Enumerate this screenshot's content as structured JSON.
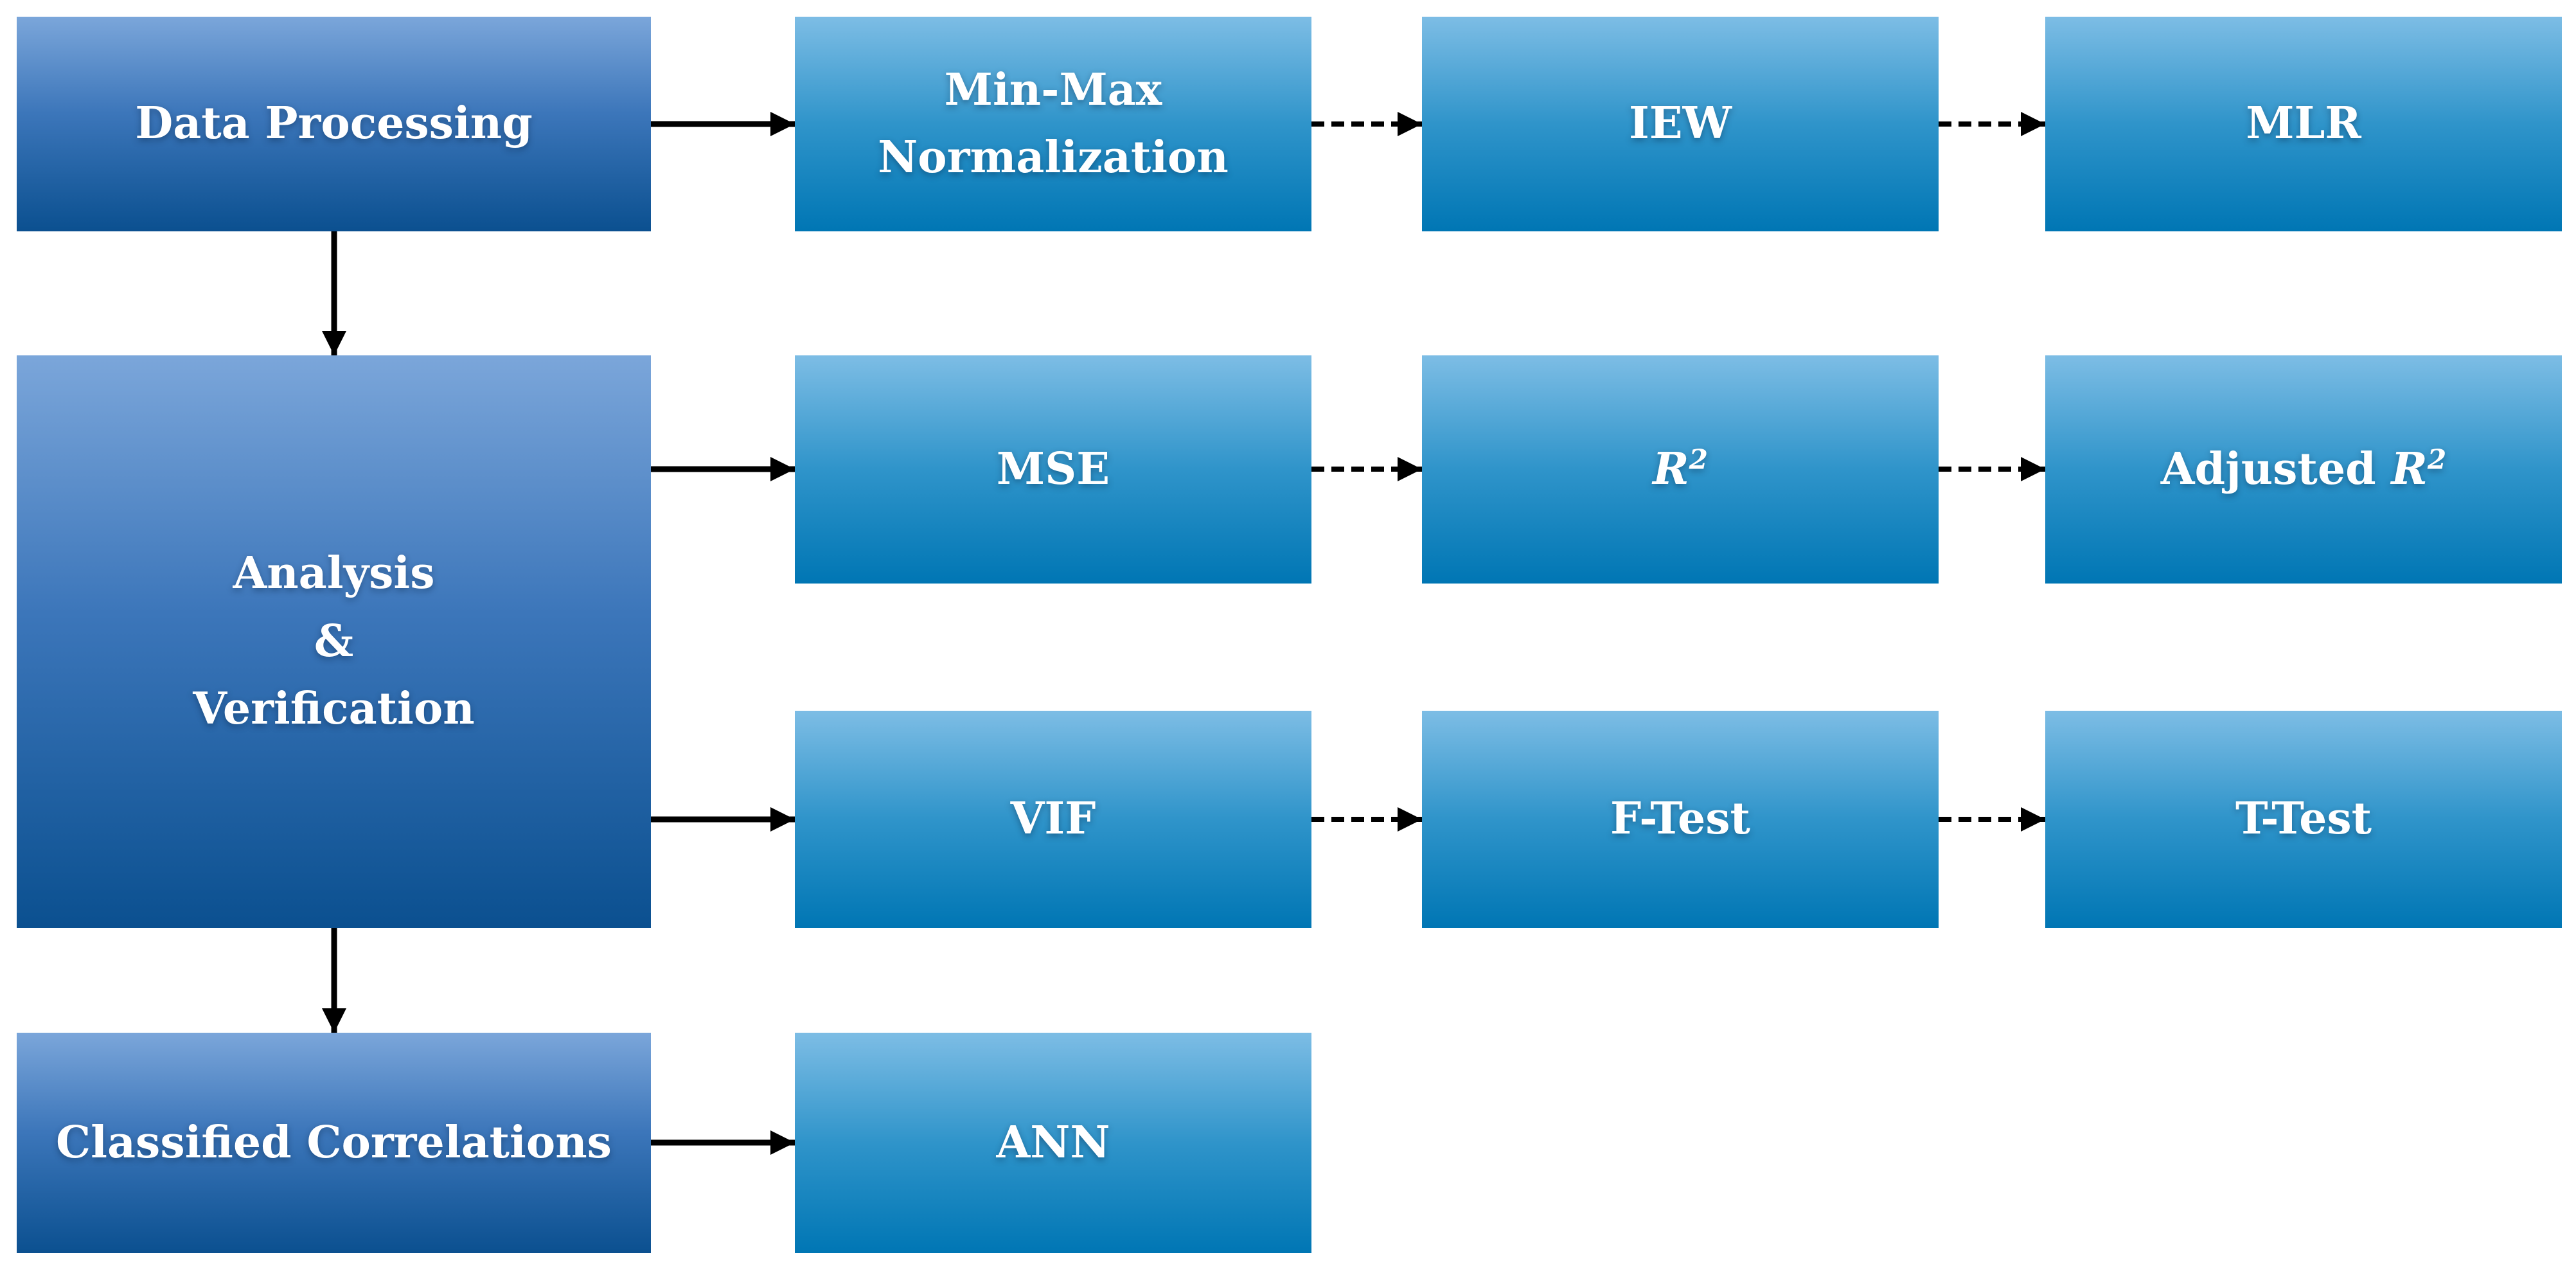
{
  "diagram_type": "flowchart",
  "colors": {
    "background": "#ffffff",
    "primary_box_gradient_top": "#7ba6da",
    "primary_box_gradient_bottom": "#0b5090",
    "secondary_box_gradient_top": "#7dbde5",
    "secondary_box_gradient_bottom": "#0076b4",
    "arrow": "#000000",
    "text": "#ffffff"
  },
  "nodes": {
    "data_processing": {
      "label": "Data Processing"
    },
    "min_max_normalization": {
      "line1": "Min-Max",
      "line2": "Normalization"
    },
    "iew": {
      "label": "IEW"
    },
    "mlr": {
      "label": "MLR"
    },
    "analysis_verification": {
      "line1": "Analysis",
      "line2": "&",
      "line3": "Verification"
    },
    "mse": {
      "label": "MSE"
    },
    "r_squared": {
      "base": "R",
      "superscript": "2"
    },
    "adjusted_r_squared": {
      "prefix": "Adjusted ",
      "base": "R",
      "superscript": "2"
    },
    "vif": {
      "label": "VIF"
    },
    "f_test": {
      "label": "F-Test"
    },
    "t_test": {
      "label": "T-Test"
    },
    "classified_correlations": {
      "label": "Classified Correlations"
    },
    "ann": {
      "label": "ANN"
    }
  },
  "edges": [
    {
      "from": "Data Processing",
      "to": "Min-Max Normalization",
      "style": "solid"
    },
    {
      "from": "Min-Max Normalization",
      "to": "IEW",
      "style": "dashed"
    },
    {
      "from": "IEW",
      "to": "MLR",
      "style": "dashed"
    },
    {
      "from": "Data Processing",
      "to": "Analysis & Verification",
      "style": "solid"
    },
    {
      "from": "Analysis & Verification",
      "to": "MSE",
      "style": "solid"
    },
    {
      "from": "MSE",
      "to": "R2",
      "style": "dashed"
    },
    {
      "from": "R2",
      "to": "Adjusted R2",
      "style": "dashed"
    },
    {
      "from": "Analysis & Verification",
      "to": "VIF",
      "style": "solid"
    },
    {
      "from": "VIF",
      "to": "F-Test",
      "style": "dashed"
    },
    {
      "from": "F-Test",
      "to": "T-Test",
      "style": "dashed"
    },
    {
      "from": "Analysis & Verification",
      "to": "Classified Correlations",
      "style": "solid"
    },
    {
      "from": "Classified Correlations",
      "to": "ANN",
      "style": "solid"
    }
  ]
}
